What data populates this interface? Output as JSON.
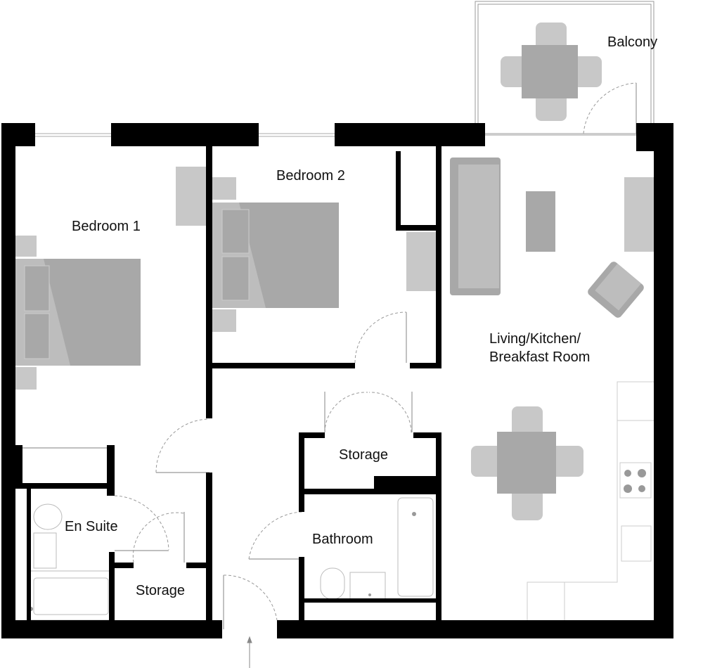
{
  "rooms": {
    "balcony": "Balcony",
    "bedroom1": "Bedroom 1",
    "bedroom2": "Bedroom 2",
    "living_line1": "Living/Kitchen/",
    "living_line2": "Breakfast Room",
    "storage_hall": "Storage",
    "bathroom": "Bathroom",
    "en_suite": "En Suite",
    "storage_en_suite": "Storage"
  },
  "colors": {
    "wall": "#000000",
    "furniture": "#c8c8c8",
    "furniture_dark": "#a8a8a8",
    "fixture_line": "#bbbbbb"
  }
}
